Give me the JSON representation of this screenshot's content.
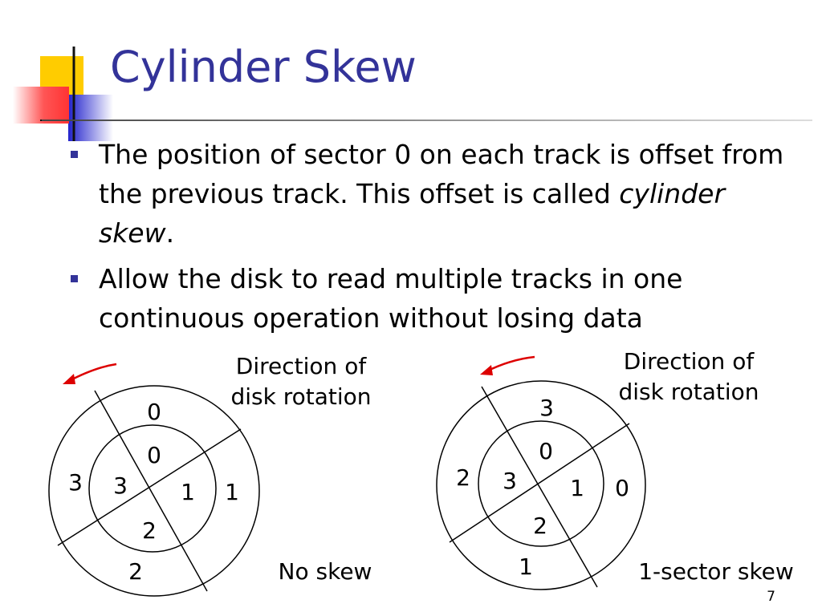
{
  "slide": {
    "title": "Cylinder Skew",
    "page_number": "7"
  },
  "bullets": [
    {
      "text_before": "The position of sector 0 on each track is offset from the previous track. This offset is called ",
      "emphasis": "cylinder skew",
      "text_after": "."
    },
    {
      "text_before": "Allow the disk to read multiple tracks in one continuous operation without losing data",
      "emphasis": "",
      "text_after": ""
    }
  ],
  "diagrams": [
    {
      "direction_label_line1": "Direction of",
      "direction_label_line2": "disk rotation",
      "caption": "No skew",
      "outer_track": {
        "top": "0",
        "right": "1",
        "bottom": "2",
        "left": "3"
      },
      "inner_track": {
        "top": "0",
        "right": "1",
        "bottom": "2",
        "left": "3"
      }
    },
    {
      "direction_label_line1": "Direction of",
      "direction_label_line2": "disk rotation",
      "caption": "1-sector skew",
      "outer_track": {
        "top": "3",
        "right": "0",
        "bottom": "1",
        "left": "2"
      },
      "inner_track": {
        "top": "0",
        "right": "1",
        "bottom": "2",
        "left": "3"
      }
    }
  ],
  "colors": {
    "title": "#333399",
    "bullet": "#333399",
    "arrow": "#dd0000",
    "logo_yellow": "#ffcc00",
    "logo_blue": "#3333cc",
    "logo_red": "#ff3333"
  }
}
